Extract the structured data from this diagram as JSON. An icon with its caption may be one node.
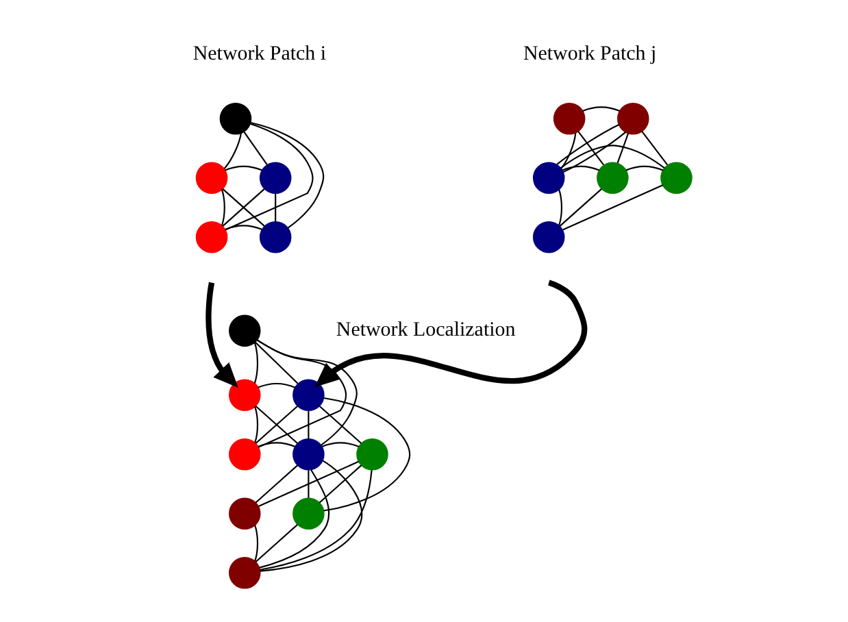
{
  "diagram": {
    "nodes": [
      {
        "text": [],
        "shape": "circle"
      },
      {
        "text": [],
        "shape": "circle"
      },
      {
        "text": [],
        "shape": "circle"
      },
      {
        "text": [],
        "shape": "circle"
      },
      {
        "text": [],
        "shape": "circle"
      },
      {
        "text": [],
        "shape": "circle"
      },
      {
        "text": [],
        "shape": "circle"
      },
      {
        "text": [],
        "shape": "circle"
      },
      {
        "text": [],
        "shape": "circle"
      },
      {
        "text": [],
        "shape": "circle"
      },
      {
        "text": [],
        "shape": "circle"
      },
      {
        "text": [],
        "shape": "circle"
      },
      {
        "text": [],
        "shape": "circle"
      },
      {
        "text": [],
        "shape": "circle"
      },
      {
        "text": [],
        "shape": "circle"
      },
      {
        "text": [],
        "shape": "circle"
      },
      {
        "text": [],
        "shape": "circle"
      },
      {
        "text": [],
        "shape": "circle"
      },
      {
        "text": [],
        "shape": "circle"
      },
      {
        "text": [],
        "shape": "circle"
      }
    ],
    "edges": [
      {
        "from": 0,
        "to": 1,
        "arrow": "none"
      },
      {
        "from": 0,
        "to": 2,
        "arrow": "none"
      },
      {
        "from": 0,
        "to": 3,
        "arrow": "none"
      },
      {
        "from": 0,
        "to": 4,
        "arrow": "none"
      },
      {
        "from": 1,
        "to": 2,
        "arrow": "none"
      },
      {
        "from": 1,
        "to": 4,
        "arrow": "none"
      },
      {
        "from": 1,
        "to": 3,
        "arrow": "none"
      },
      {
        "from": 3,
        "to": 2,
        "arrow": "none"
      },
      {
        "from": 3,
        "to": 4,
        "arrow": "none"
      },
      {
        "from": 2,
        "to": 4,
        "arrow": "none"
      },
      {
        "from": 5,
        "to": 6,
        "arrow": "none"
      },
      {
        "from": 6,
        "to": 7,
        "arrow": "none"
      },
      {
        "from": 5,
        "to": 7,
        "arrow": "none"
      },
      {
        "from": 5,
        "to": 9,
        "arrow": "none"
      },
      {
        "from": 6,
        "to": 7,
        "arrow": "none"
      },
      {
        "from": 6,
        "to": 8,
        "arrow": "none"
      },
      {
        "from": 6,
        "to": 9,
        "arrow": "none"
      },
      {
        "from": 8,
        "to": 9,
        "arrow": "none"
      },
      {
        "from": 8,
        "to": 7,
        "arrow": "none"
      },
      {
        "from": 7,
        "to": 9,
        "arrow": "none"
      },
      {
        "from": 7,
        "to": 10,
        "arrow": "none"
      },
      {
        "from": 9,
        "to": 10,
        "arrow": "none"
      },
      {
        "from": 8,
        "to": 10,
        "arrow": "none"
      },
      {
        "from": 11,
        "to": 12,
        "arrow": "none"
      },
      {
        "from": 11,
        "to": 13,
        "arrow": "none"
      },
      {
        "from": 11,
        "to": 14,
        "arrow": "none"
      },
      {
        "from": 11,
        "to": 15,
        "arrow": "none"
      },
      {
        "from": 12,
        "to": 13,
        "arrow": "none"
      },
      {
        "from": 12,
        "to": 15,
        "arrow": "none"
      },
      {
        "from": 12,
        "to": 14,
        "arrow": "none"
      },
      {
        "from": 14,
        "to": 13,
        "arrow": "none"
      },
      {
        "from": 14,
        "to": 15,
        "arrow": "none"
      },
      {
        "from": 13,
        "to": 15,
        "arrow": "none"
      },
      {
        "from": 18,
        "to": 19,
        "arrow": "none"
      },
      {
        "from": 19,
        "to": 15,
        "arrow": "none"
      },
      {
        "from": 18,
        "to": 15,
        "arrow": "none"
      },
      {
        "from": 18,
        "to": 16,
        "arrow": "none"
      },
      {
        "from": 19,
        "to": 15,
        "arrow": "none"
      },
      {
        "from": 19,
        "to": 17,
        "arrow": "none"
      },
      {
        "from": 19,
        "to": 16,
        "arrow": "none"
      },
      {
        "from": 17,
        "to": 16,
        "arrow": "none"
      },
      {
        "from": 17,
        "to": 15,
        "arrow": "none"
      },
      {
        "from": 15,
        "to": 16,
        "arrow": "none"
      },
      {
        "from": 16,
        "to": 13,
        "arrow": "none"
      },
      {
        "from": 17,
        "to": 13,
        "arrow": "none"
      },
      {
        "from": null,
        "to": 12,
        "arrow": "to",
        "style": "thick"
      },
      {
        "from": null,
        "to": 13,
        "arrow": "to",
        "style": "thick"
      }
    ],
    "labels": [
      "Network Patch i",
      "Network Patch j",
      "Network Localization"
    ]
  }
}
